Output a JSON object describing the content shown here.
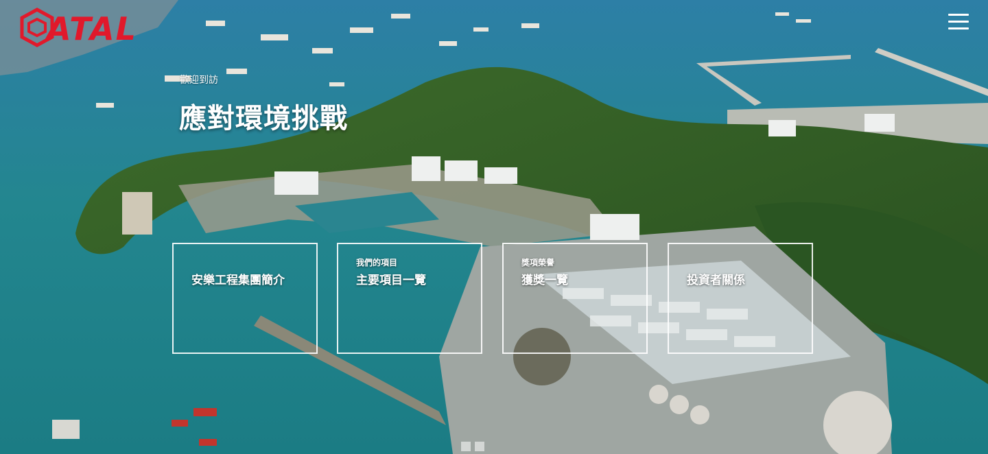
{
  "brand": {
    "logo_text": "ATAL",
    "logo_color": "#e1192b"
  },
  "menu": {
    "icon": "hamburger-menu-icon"
  },
  "hero": {
    "welcome": "歡迎到訪",
    "headline": "應對環境挑戰"
  },
  "cards": [
    {
      "kicker": "",
      "title": "安樂工程集團簡介"
    },
    {
      "kicker": "我們的項目",
      "title": "主要項目一覽"
    },
    {
      "kicker": "獎項榮譽",
      "title": "獲獎一覽"
    },
    {
      "kicker": "",
      "title": "投資者關係"
    }
  ],
  "slider": {
    "slides": 2,
    "active": 1
  },
  "colors": {
    "sea": "#1f7d86",
    "forest": "#2f5a24",
    "accent": "#e1192b"
  }
}
